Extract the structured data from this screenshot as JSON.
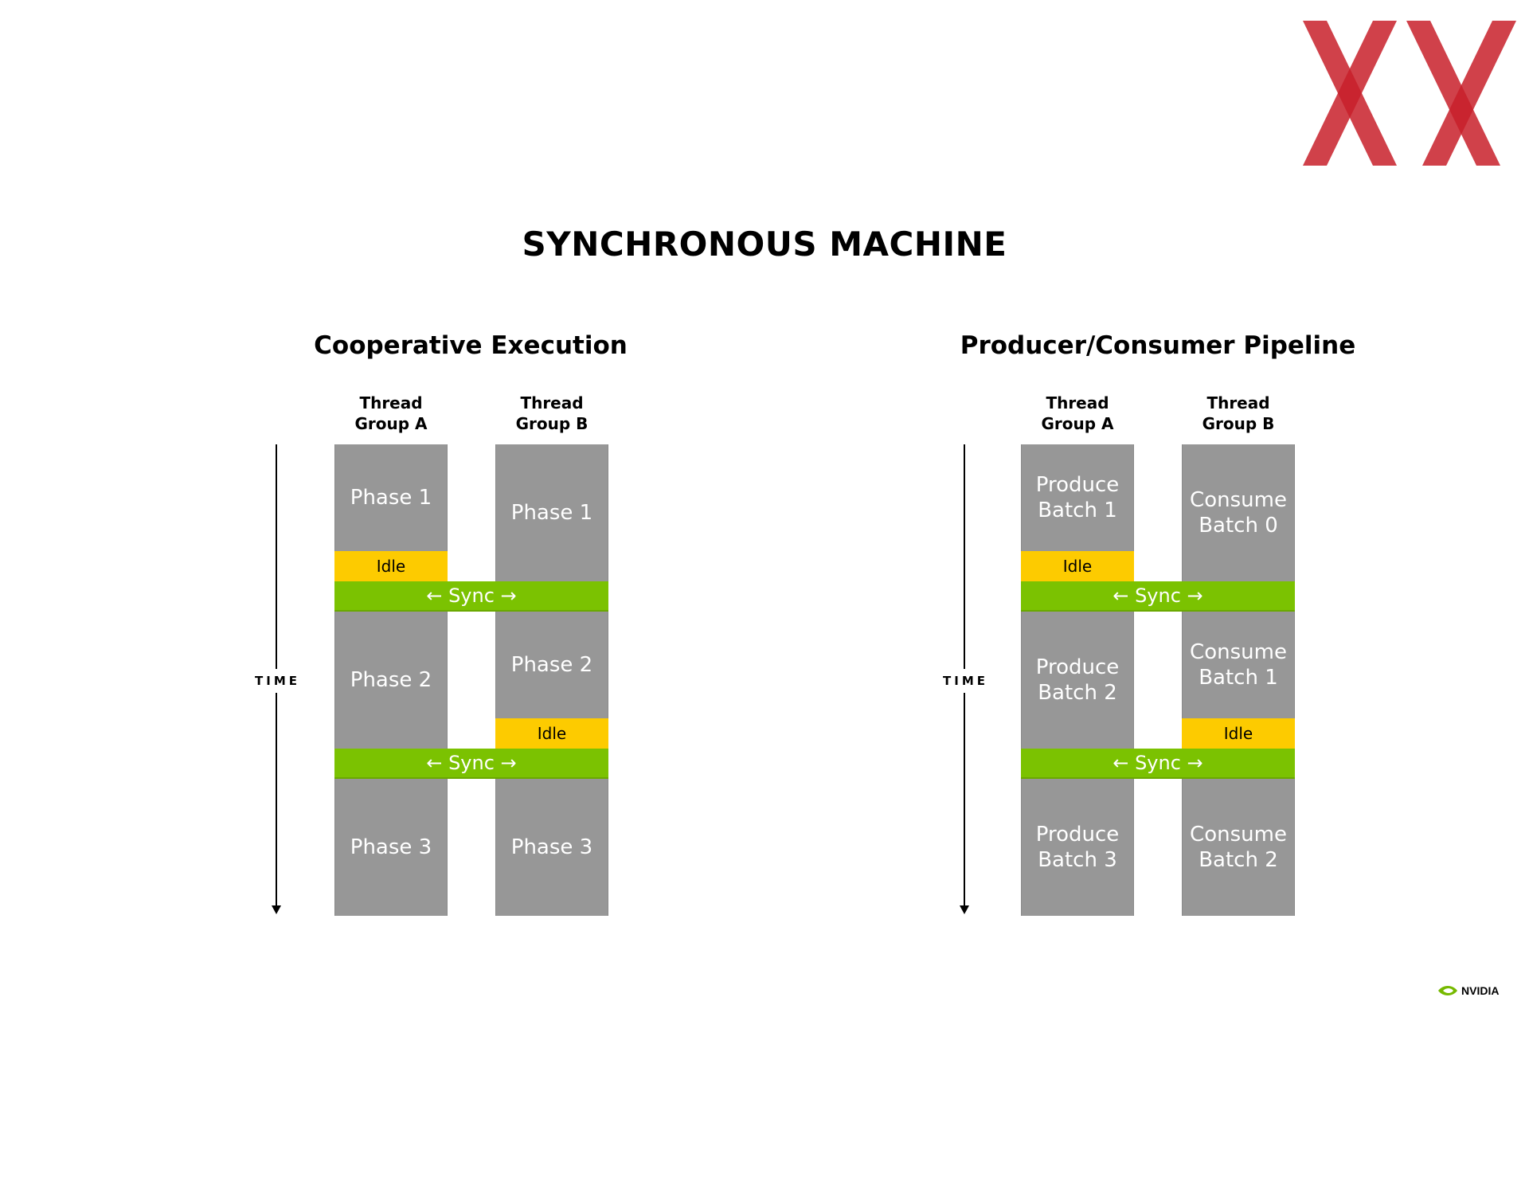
{
  "title": "SYNCHRONOUS MACHINE",
  "brand": {
    "top_logo": "red-xx-logo",
    "bottom_logo": "NVIDIA"
  },
  "colors": {
    "block": "#979797",
    "idle": "#fdcb00",
    "sync": "#7bc201"
  },
  "time_label": "TIME",
  "panels": [
    {
      "title": "Cooperative Execution",
      "column_a": "Thread\nGroup A",
      "column_b": "Thread\nGroup B",
      "a": [
        "Phase 1",
        "Phase 2",
        "Phase 3"
      ],
      "b": [
        "Phase 1",
        "Phase 2",
        "Phase 3"
      ],
      "idle_1": "Idle",
      "idle_2": "Idle",
      "sync_1": "← Sync →",
      "sync_2": "← Sync →"
    },
    {
      "title": "Producer/Consumer Pipeline",
      "column_a": "Thread\nGroup A",
      "column_b": "Thread\nGroup B",
      "a": [
        "Produce\nBatch 1",
        "Produce\nBatch 2",
        "Produce\nBatch 3"
      ],
      "b": [
        "Consume\nBatch 0",
        "Consume\nBatch 1",
        "Consume\nBatch 2"
      ],
      "idle_1": "Idle",
      "idle_2": "Idle",
      "sync_1": "← Sync →",
      "sync_2": "← Sync →"
    }
  ]
}
